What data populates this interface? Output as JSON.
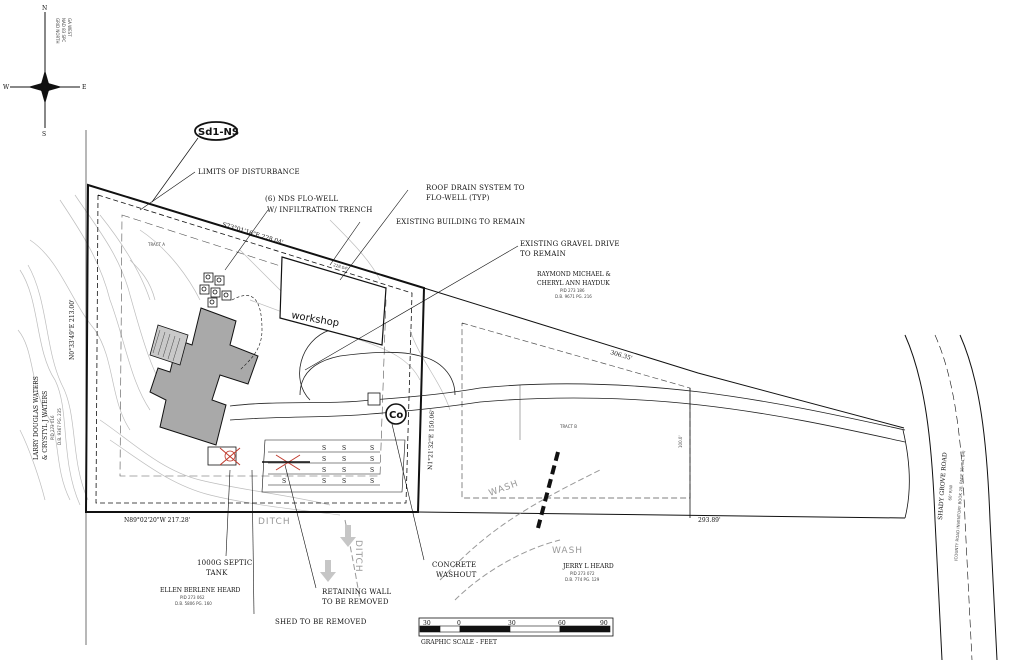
{
  "sheet": {
    "bubble_label": "Sd1-NS",
    "co_label": "Co"
  },
  "north_arrow": {
    "n": "N",
    "s": "S",
    "e": "E",
    "w": "W",
    "lines": [
      "GRID NORTH",
      "NAD 83 SPC",
      "GA WEST"
    ]
  },
  "callouts": {
    "limits": "LIMITS OF DISTURBANCE",
    "flowell_1": "(6) NDS FLO-WELL",
    "flowell_2": "W/ INFILTRATION TRENCH",
    "roof_1": "ROOF DRAIN SYSTEM TO",
    "roof_2": "FLO-WELL (TYP)",
    "existing_building": "EXISTING BUILDING TO REMAIN",
    "gravel_1": "EXISTING GRAVEL DRIVE",
    "gravel_2": "TO REMAIN",
    "septic_1": "1000G SEPTIC",
    "septic_2": "TANK",
    "retaining_1": "RETAINING WALL",
    "retaining_2": "TO BE REMOVED",
    "shed": "SHED TO BE REMOVED",
    "washout_1": "CONCRETE",
    "washout_2": "WASHOUT"
  },
  "owners": {
    "hayduk_1": "RAYMOND MICHAEL &",
    "hayduk_2": "CHERYL ANN HAYDUK",
    "hayduk_3": "PID 273 186",
    "hayduk_4": "D.B. 9671 PG. 216",
    "waters_1": "LARRY DOUGLAS WATERS",
    "waters_2": "& CRYSTYL J WATERS",
    "waters_3": "PID 273 016",
    "waters_4": "D.B. 9367 PG. 235",
    "ellen_1": "ELLEN BERLENE HEARD",
    "ellen_2": "PID 273 062",
    "ellen_3": "D.B. 5806 PG. 160",
    "jerry_1": "JERRY L HEARD",
    "jerry_2": "PID 273 072",
    "jerry_3": "D.B. 774 PG. 129"
  },
  "bearings": {
    "north_line": "S73°01'16\"E 228.04'",
    "north_line_inner": "228.04'",
    "west_line": "N0°33'49\"E 213.00'",
    "south_line": "N89°02'20\"W 217.28'",
    "east_line": "N1°21'32\"E 150.06'",
    "tract_b_north": "306.35'",
    "tract_b_south": "293.89'",
    "tract_b_east": "100.0'"
  },
  "site": {
    "workshop": "workshop",
    "tract_a": "TRACT A",
    "tract_b": "TRACT B",
    "wash_1": "WASH",
    "wash_2": "WASH",
    "ditch_1": "DITCH",
    "ditch_2": "DITCH",
    "road": "SHADY GROVE ROAD",
    "road_2": "60' R/W",
    "road_3": "(COUNTY ROAD INVENTORY BOOK 28, PAGE 35, 84, 84)"
  },
  "scale": {
    "ticks": [
      "30",
      "0",
      "30",
      "60",
      "90"
    ],
    "caption": "GRAPHIC SCALE - FEET"
  },
  "colors": {
    "line": "#111111",
    "house_fill": "#a9a9a9",
    "contour": "#b8b8b8",
    "dash": "#555555"
  }
}
